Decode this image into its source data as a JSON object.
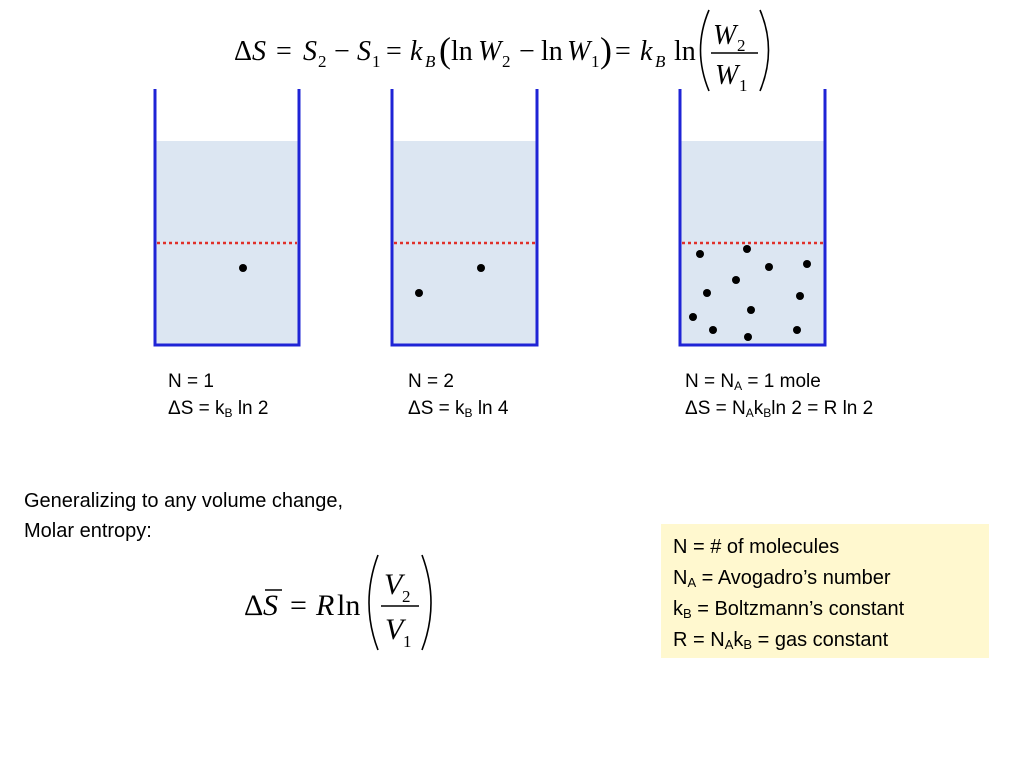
{
  "equation_top": {
    "delta": "Δ",
    "S": "S",
    "eq": "=",
    "S2": "S",
    "sub2": "2",
    "minus": "−",
    "S1": "S",
    "sub1": "1",
    "k": "k",
    "subB": "B",
    "ln": "ln",
    "W": "W"
  },
  "containers": [
    {
      "caption_line1": "N = 1",
      "caption_line2_pre": "ΔS = k",
      "caption_line2_sub": "B",
      "caption_line2_post": " ln 2"
    },
    {
      "caption_line1": "N = 2",
      "caption_line2_pre": "ΔS = k",
      "caption_line2_sub": "B",
      "caption_line2_post": " ln 4"
    },
    {
      "caption_line1_pre": "N = N",
      "caption_line1_sub": "A",
      "caption_line1_post": " = 1 mole",
      "caption_line2_pre": "ΔS = N",
      "caption_line2_sub1": "A",
      "caption_line2_mid": "k",
      "caption_line2_sub2": "B",
      "caption_line2_post": "ln 2 = R ln 2"
    }
  ],
  "generalizing": {
    "line1": "Generalizing to any volume change,",
    "line2": "Molar entropy:"
  },
  "molar_equation": {
    "delta": "Δ",
    "S": "S",
    "eq": "=",
    "R": "R",
    "ln": "ln",
    "V": "V",
    "sub2": "2",
    "sub1": "1"
  },
  "legend": {
    "line1": "N = # of molecules",
    "line2_pre": "N",
    "line2_sub": "A",
    "line2_post": " = Avogadro’s number",
    "line3_pre": "k",
    "line3_sub": "B",
    "line3_post": " = Boltzmann’s constant",
    "line4_pre": "R = N",
    "line4_sub1": "A",
    "line4_mid": "k",
    "line4_sub2": "B",
    "line4_post": " = gas constant"
  },
  "colors": {
    "container_wall": "#1f24d6",
    "liquid_fill": "#dce6f2",
    "divider_line": "#e0302a",
    "legend_bg": "#fff8cf"
  }
}
